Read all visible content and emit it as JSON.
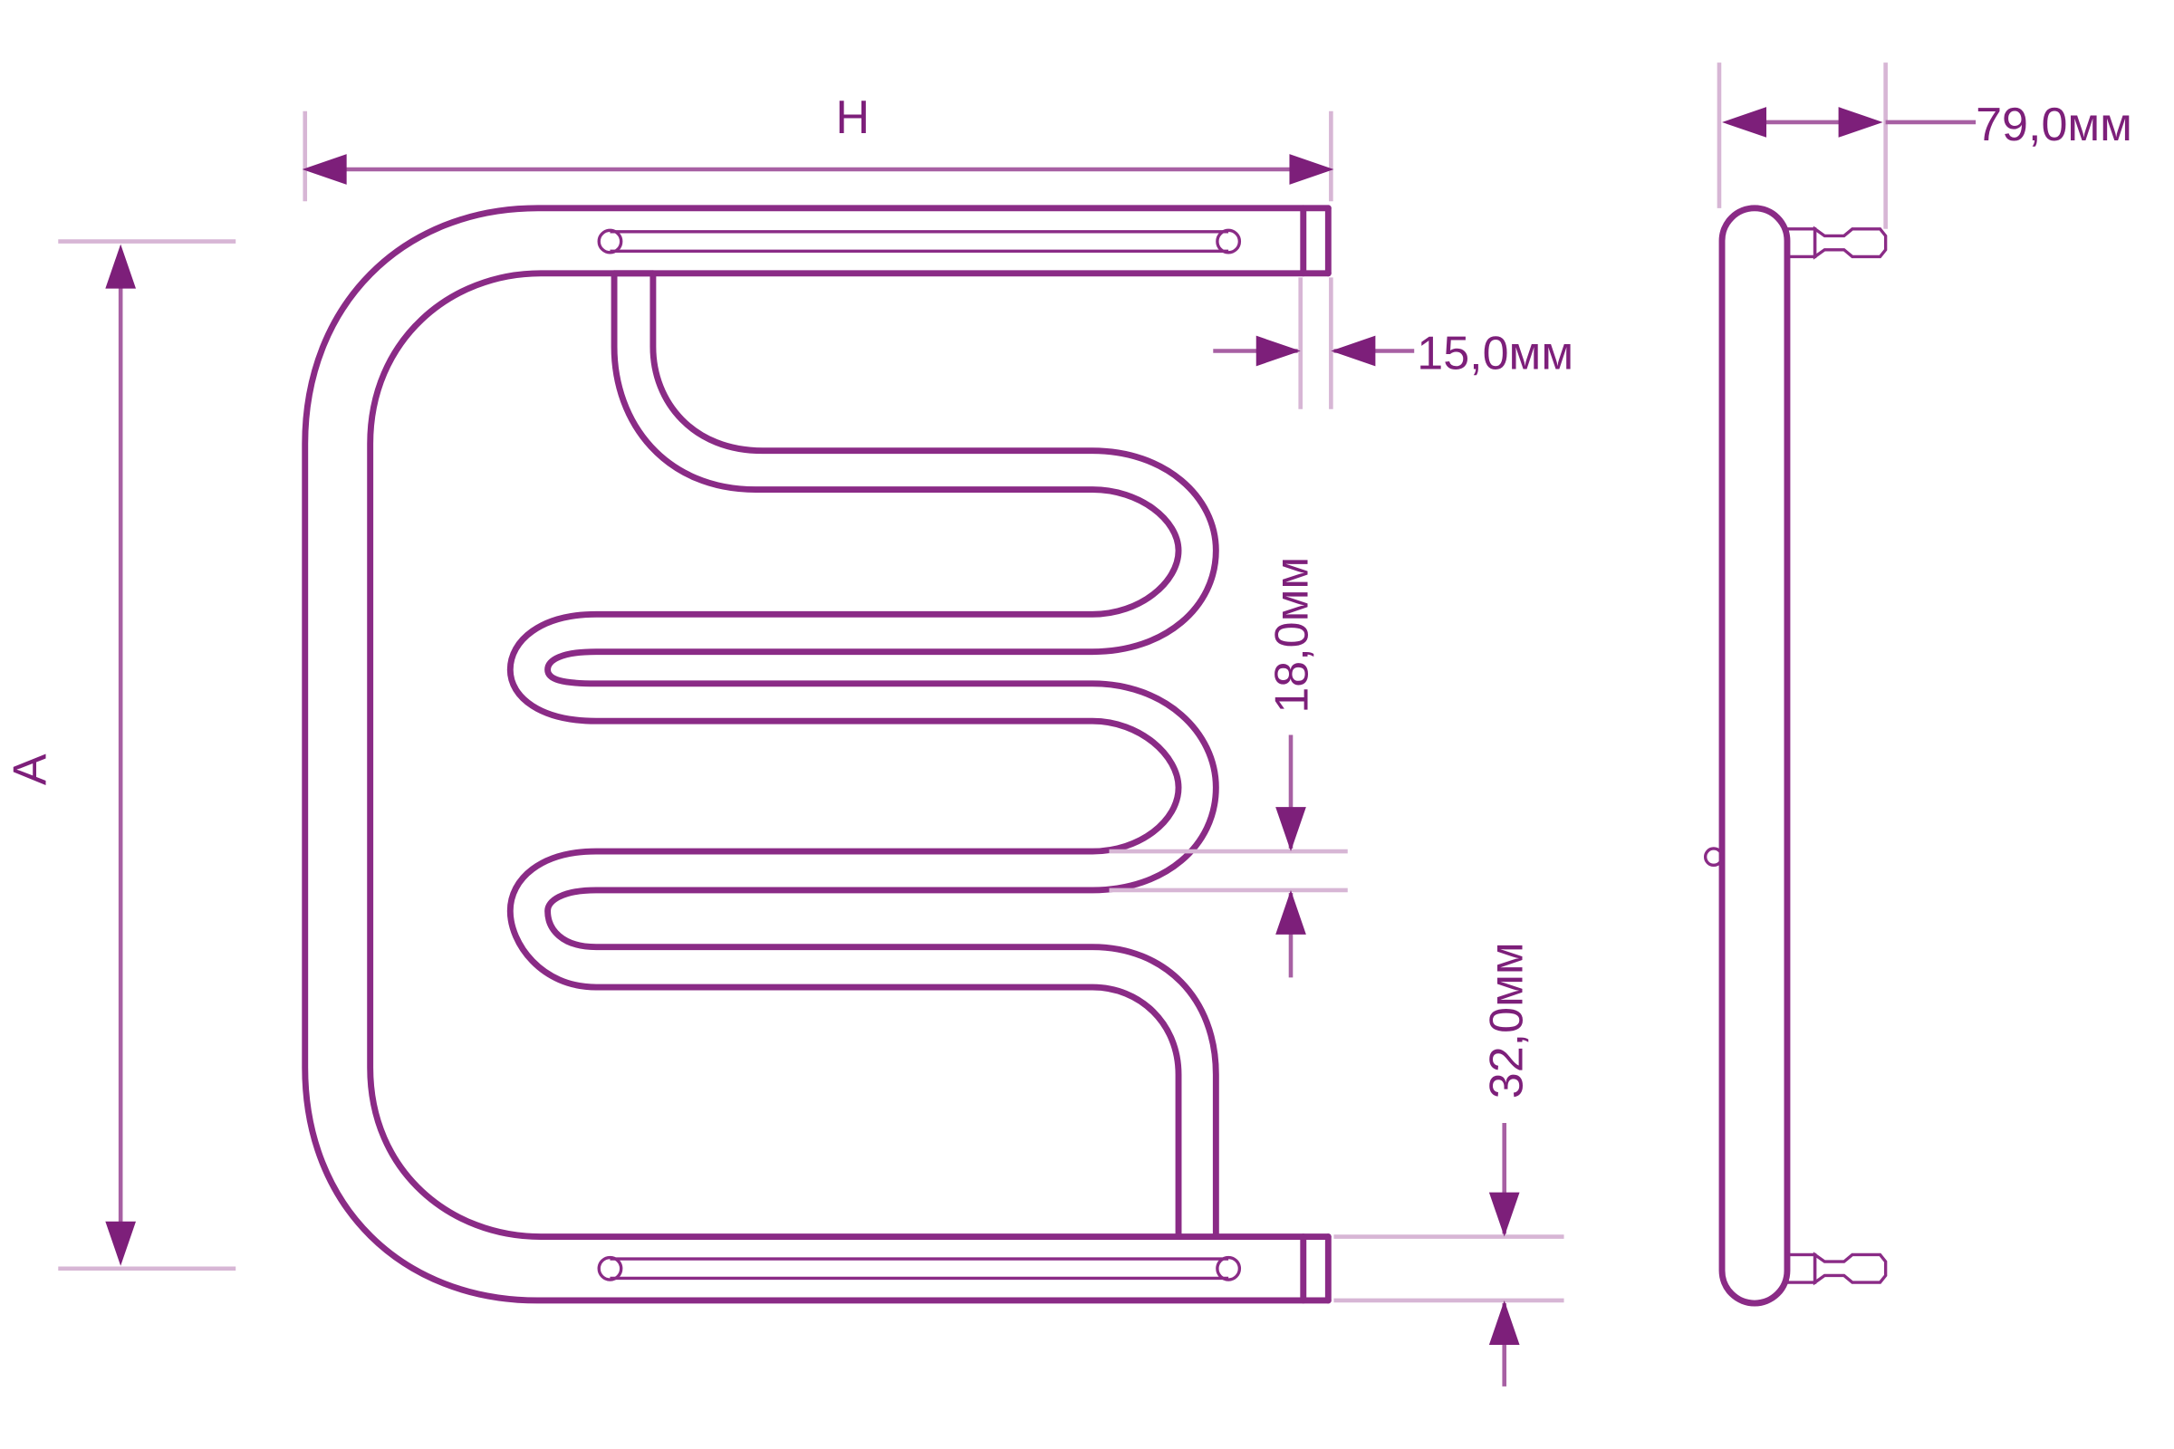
{
  "labels": {
    "width_letter": "H",
    "height_letter": "A",
    "depth_dim": "79,0мм",
    "end_gap_dim": "15,0мм",
    "coil_gap_dim": "18,0мм",
    "tube_dim": "32,0мм"
  },
  "colors": {
    "stroke": "#8a2b86",
    "text": "#7d1f7a",
    "extension_line": "#d7b6d5"
  }
}
